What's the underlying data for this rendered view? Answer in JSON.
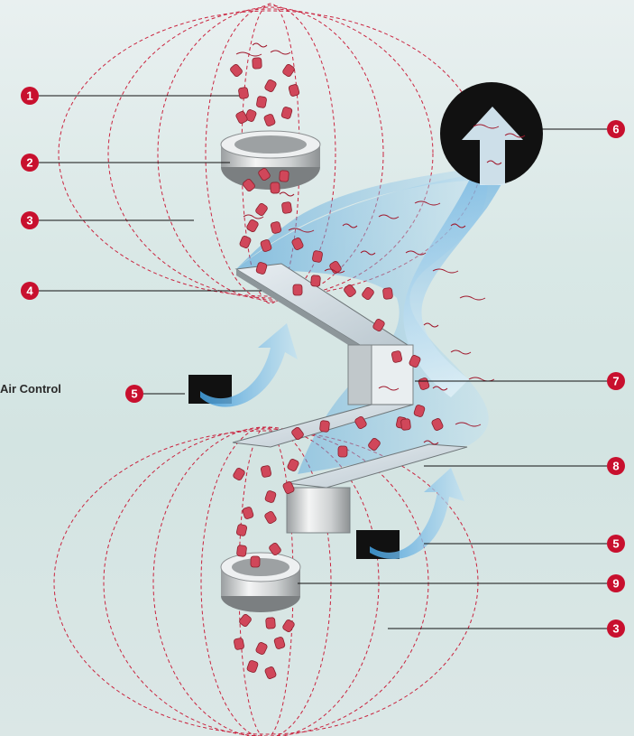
{
  "caption": "Air Control",
  "colors": {
    "callout": "#c8102e",
    "field_line": "#c8102e",
    "particle": "#d0475a",
    "air_flow": "#4aa3dc",
    "steel": "#c8cbcc",
    "exhaust": "#111111"
  },
  "callouts": [
    {
      "label": "1"
    },
    {
      "label": "2"
    },
    {
      "label": "3"
    },
    {
      "label": "4"
    },
    {
      "label": "5"
    },
    {
      "label": "6"
    },
    {
      "label": "7"
    },
    {
      "label": "8"
    },
    {
      "label": "5"
    },
    {
      "label": "9"
    },
    {
      "label": "3"
    }
  ]
}
